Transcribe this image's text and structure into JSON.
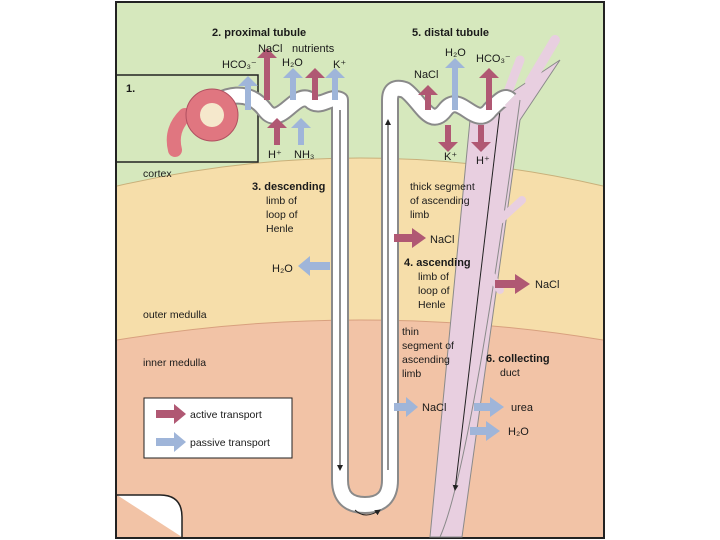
{
  "zones": {
    "cortex": "cortex",
    "outer_medulla": "outer medulla",
    "inner_medulla": "inner medulla"
  },
  "labels": {
    "glomerulus": "1.",
    "proximal": "2. proximal tubule",
    "descending_1": "3. descending",
    "descending_2": "limb of",
    "descending_3": "loop of",
    "descending_4": "Henle",
    "ascending_1": "4. ascending",
    "ascending_2": "limb of",
    "ascending_3": "loop of",
    "ascending_4": "Henle",
    "distal": "5. distal tubule",
    "collecting_1": "6. collecting",
    "collecting_2": "duct",
    "thick_1": "thick segment",
    "thick_2": "of ascending",
    "thick_3": "limb",
    "thin_1": "thin",
    "thin_2": "segment of",
    "thin_3": "ascending",
    "thin_4": "limb"
  },
  "substances": {
    "prox_hco3": "HCO₃⁻",
    "prox_nacl": "NaCl",
    "prox_h2o": "H₂O",
    "prox_nutrients": "nutrients",
    "prox_k": "K⁺",
    "prox_h": "H⁺",
    "prox_nh3": "NH₃",
    "dist_nacl": "NaCl",
    "dist_h2o": "H₂O",
    "dist_hco3": "HCO₃⁻",
    "dist_k": "K⁺",
    "dist_h": "H⁺",
    "desc_h2o": "H₂O",
    "thick_nacl": "NaCl",
    "outer_nacl": "NaCl",
    "thin_nacl": "NaCl",
    "urea": "urea",
    "duct_h2o": "H₂O"
  },
  "legend": {
    "active": "active transport",
    "passive": "passive transport"
  },
  "colors": {
    "cortex": "#d6e8bd",
    "outer_medulla": "#f6deaa",
    "inner_medulla": "#f2c3a6",
    "active": "#b05873",
    "passive": "#9fb5d9",
    "tubule_fill": "#ffffff",
    "tubule_stroke": "#8a8a8a",
    "duct": "#e8cfe0",
    "glomerulus": "#e07680"
  }
}
